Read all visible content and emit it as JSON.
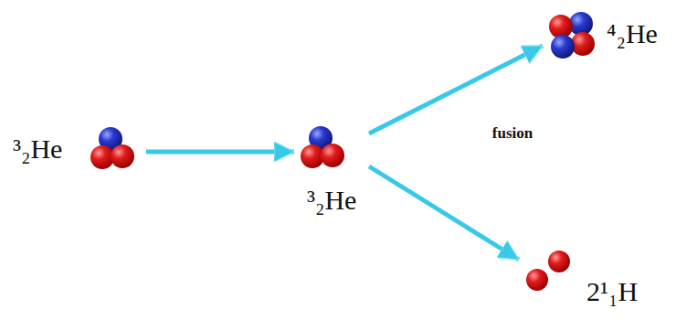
{
  "diagram": {
    "nodes": [
      {
        "text": [
          "³₂He"
        ]
      },
      {
        "text": [
          "³₂He"
        ]
      },
      {
        "text": [
          "⁴₂He"
        ]
      },
      {
        "text": [
          "2¹₁H"
        ]
      }
    ],
    "edges": [
      {
        "from": 0,
        "to": 1,
        "arrow": "to"
      },
      {
        "from": 1,
        "to": 2,
        "arrow": "to",
        "label": "fusion"
      },
      {
        "from": 1,
        "to": 3,
        "arrow": "to"
      }
    ]
  }
}
